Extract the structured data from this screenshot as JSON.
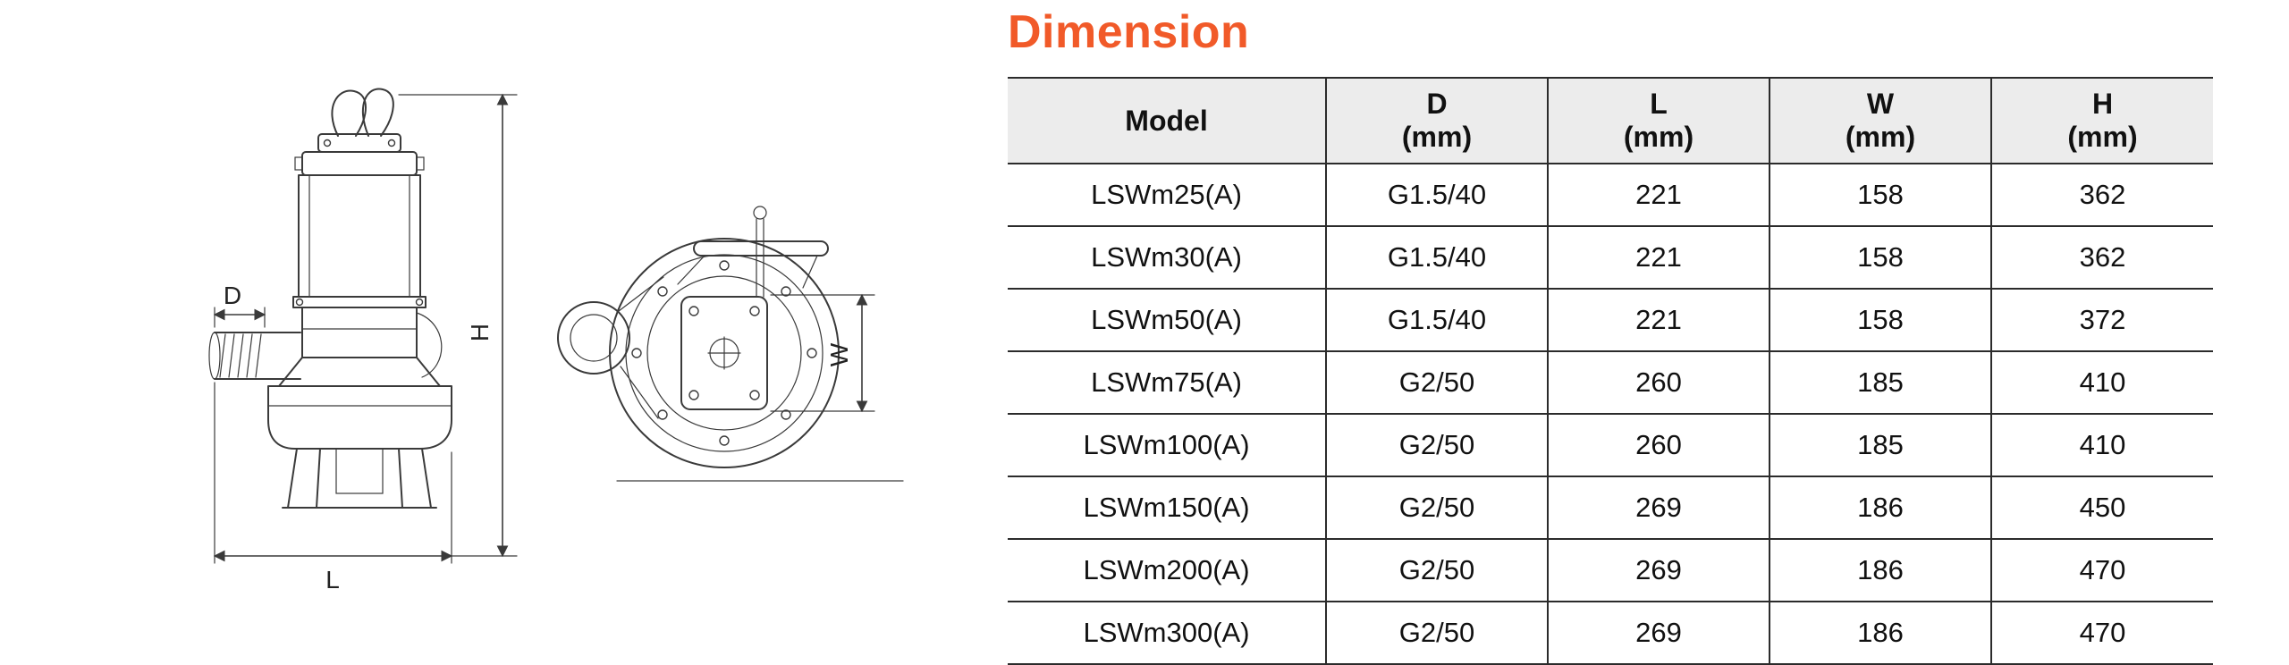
{
  "page": {
    "title": "Dimension"
  },
  "colors": {
    "accent": "#F15A29",
    "header_bg": "#ECECEC",
    "line": "#2B2B2B",
    "ink": "#111111",
    "drawing_stroke": "#3A3A3A"
  },
  "drawing": {
    "labels": {
      "d": "D",
      "h": "H",
      "l": "L",
      "w": "W"
    }
  },
  "table": {
    "headers": {
      "model": {
        "line1": "Model",
        "line2": ""
      },
      "d": {
        "line1": "D",
        "line2": "(mm)"
      },
      "l": {
        "line1": "L",
        "line2": "(mm)"
      },
      "w": {
        "line1": "W",
        "line2": "(mm)"
      },
      "h": {
        "line1": "H",
        "line2": "(mm)"
      }
    },
    "rows": [
      {
        "model": "LSWm25(A)",
        "d": "G1.5/40",
        "l": "221",
        "w": "158",
        "h": "362"
      },
      {
        "model": "LSWm30(A)",
        "d": "G1.5/40",
        "l": "221",
        "w": "158",
        "h": "362"
      },
      {
        "model": "LSWm50(A)",
        "d": "G1.5/40",
        "l": "221",
        "w": "158",
        "h": "372"
      },
      {
        "model": "LSWm75(A)",
        "d": "G2/50",
        "l": "260",
        "w": "185",
        "h": "410"
      },
      {
        "model": "LSWm100(A)",
        "d": "G2/50",
        "l": "260",
        "w": "185",
        "h": "410"
      },
      {
        "model": "LSWm150(A)",
        "d": "G2/50",
        "l": "269",
        "w": "186",
        "h": "450"
      },
      {
        "model": "LSWm200(A)",
        "d": "G2/50",
        "l": "269",
        "w": "186",
        "h": "470"
      },
      {
        "model": "LSWm300(A)",
        "d": "G2/50",
        "l": "269",
        "w": "186",
        "h": "470"
      }
    ]
  }
}
